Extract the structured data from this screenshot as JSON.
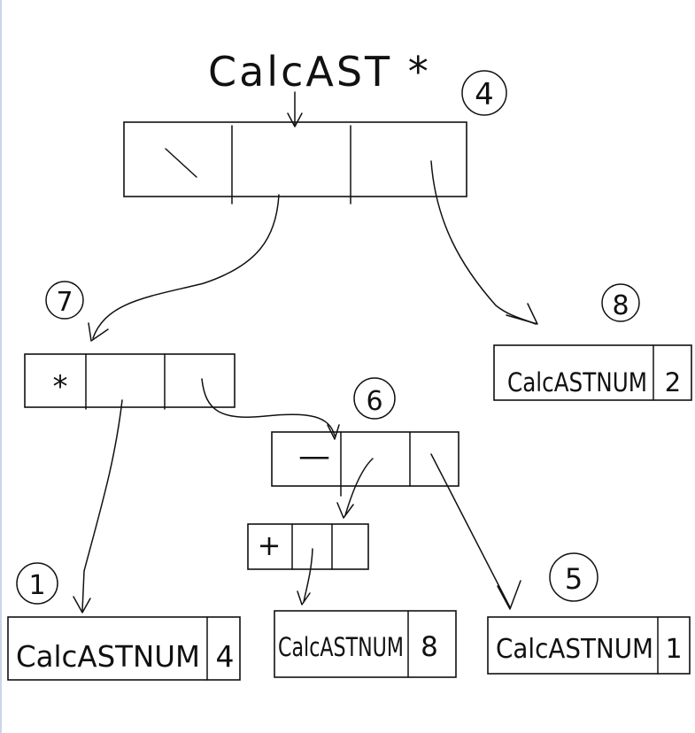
{
  "title": "CalcAST *",
  "root_node": {
    "number": "4",
    "op_symbol": "\\"
  },
  "node_7": {
    "number": "7",
    "op_symbol": "*"
  },
  "node_6": {
    "number": "6",
    "op_symbol": "—"
  },
  "node_plus": {
    "op_symbol": "+"
  },
  "node_8": {
    "number": "8",
    "type_label": "CalcASTNUM",
    "value": "2"
  },
  "node_1": {
    "number": "1",
    "type_label": "CalcASTNUM",
    "value": "4"
  },
  "node_middle": {
    "type_label": "CalcASTNUM",
    "value": "8"
  },
  "node_5": {
    "number": "5",
    "type_label": "CalcASTNUM",
    "value": "1"
  }
}
